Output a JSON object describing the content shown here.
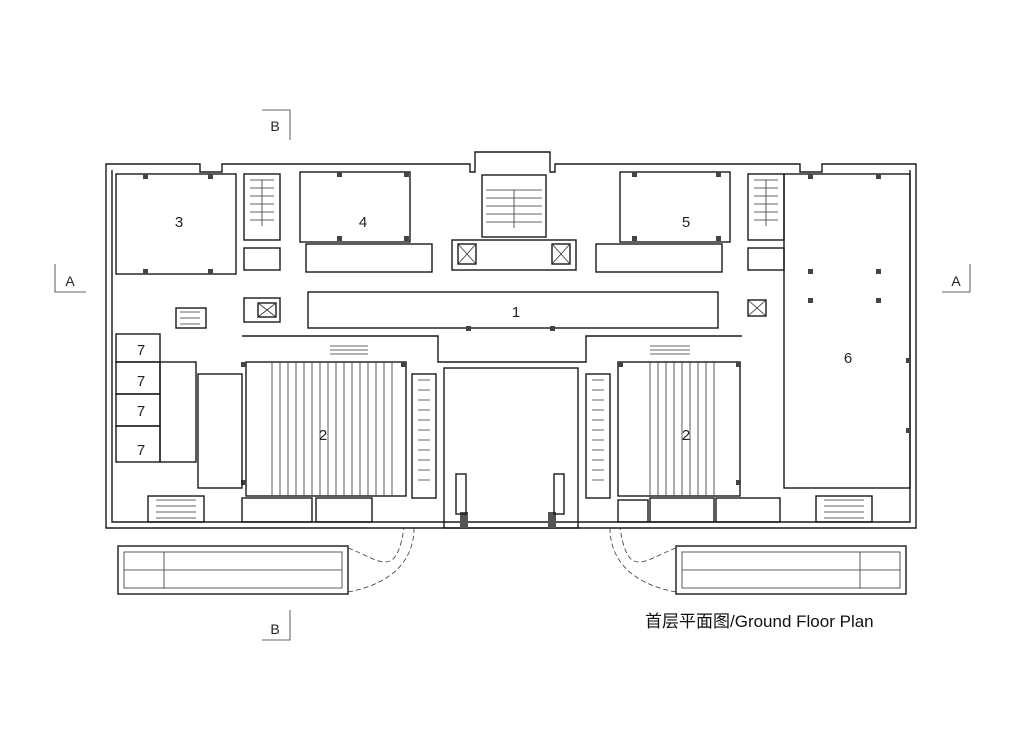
{
  "caption": "首层平面图/Ground Floor Plan",
  "section_markers": {
    "b_top": "B",
    "b_bottom": "B",
    "a_left": "A",
    "a_right": "A"
  },
  "rooms": {
    "r1": "1",
    "r2_left": "2",
    "r2_right": "2",
    "r3": "3",
    "r4": "4",
    "r5": "5",
    "r6": "6",
    "r7_a": "7",
    "r7_b": "7",
    "r7_c": "7",
    "r7_d": "7"
  }
}
